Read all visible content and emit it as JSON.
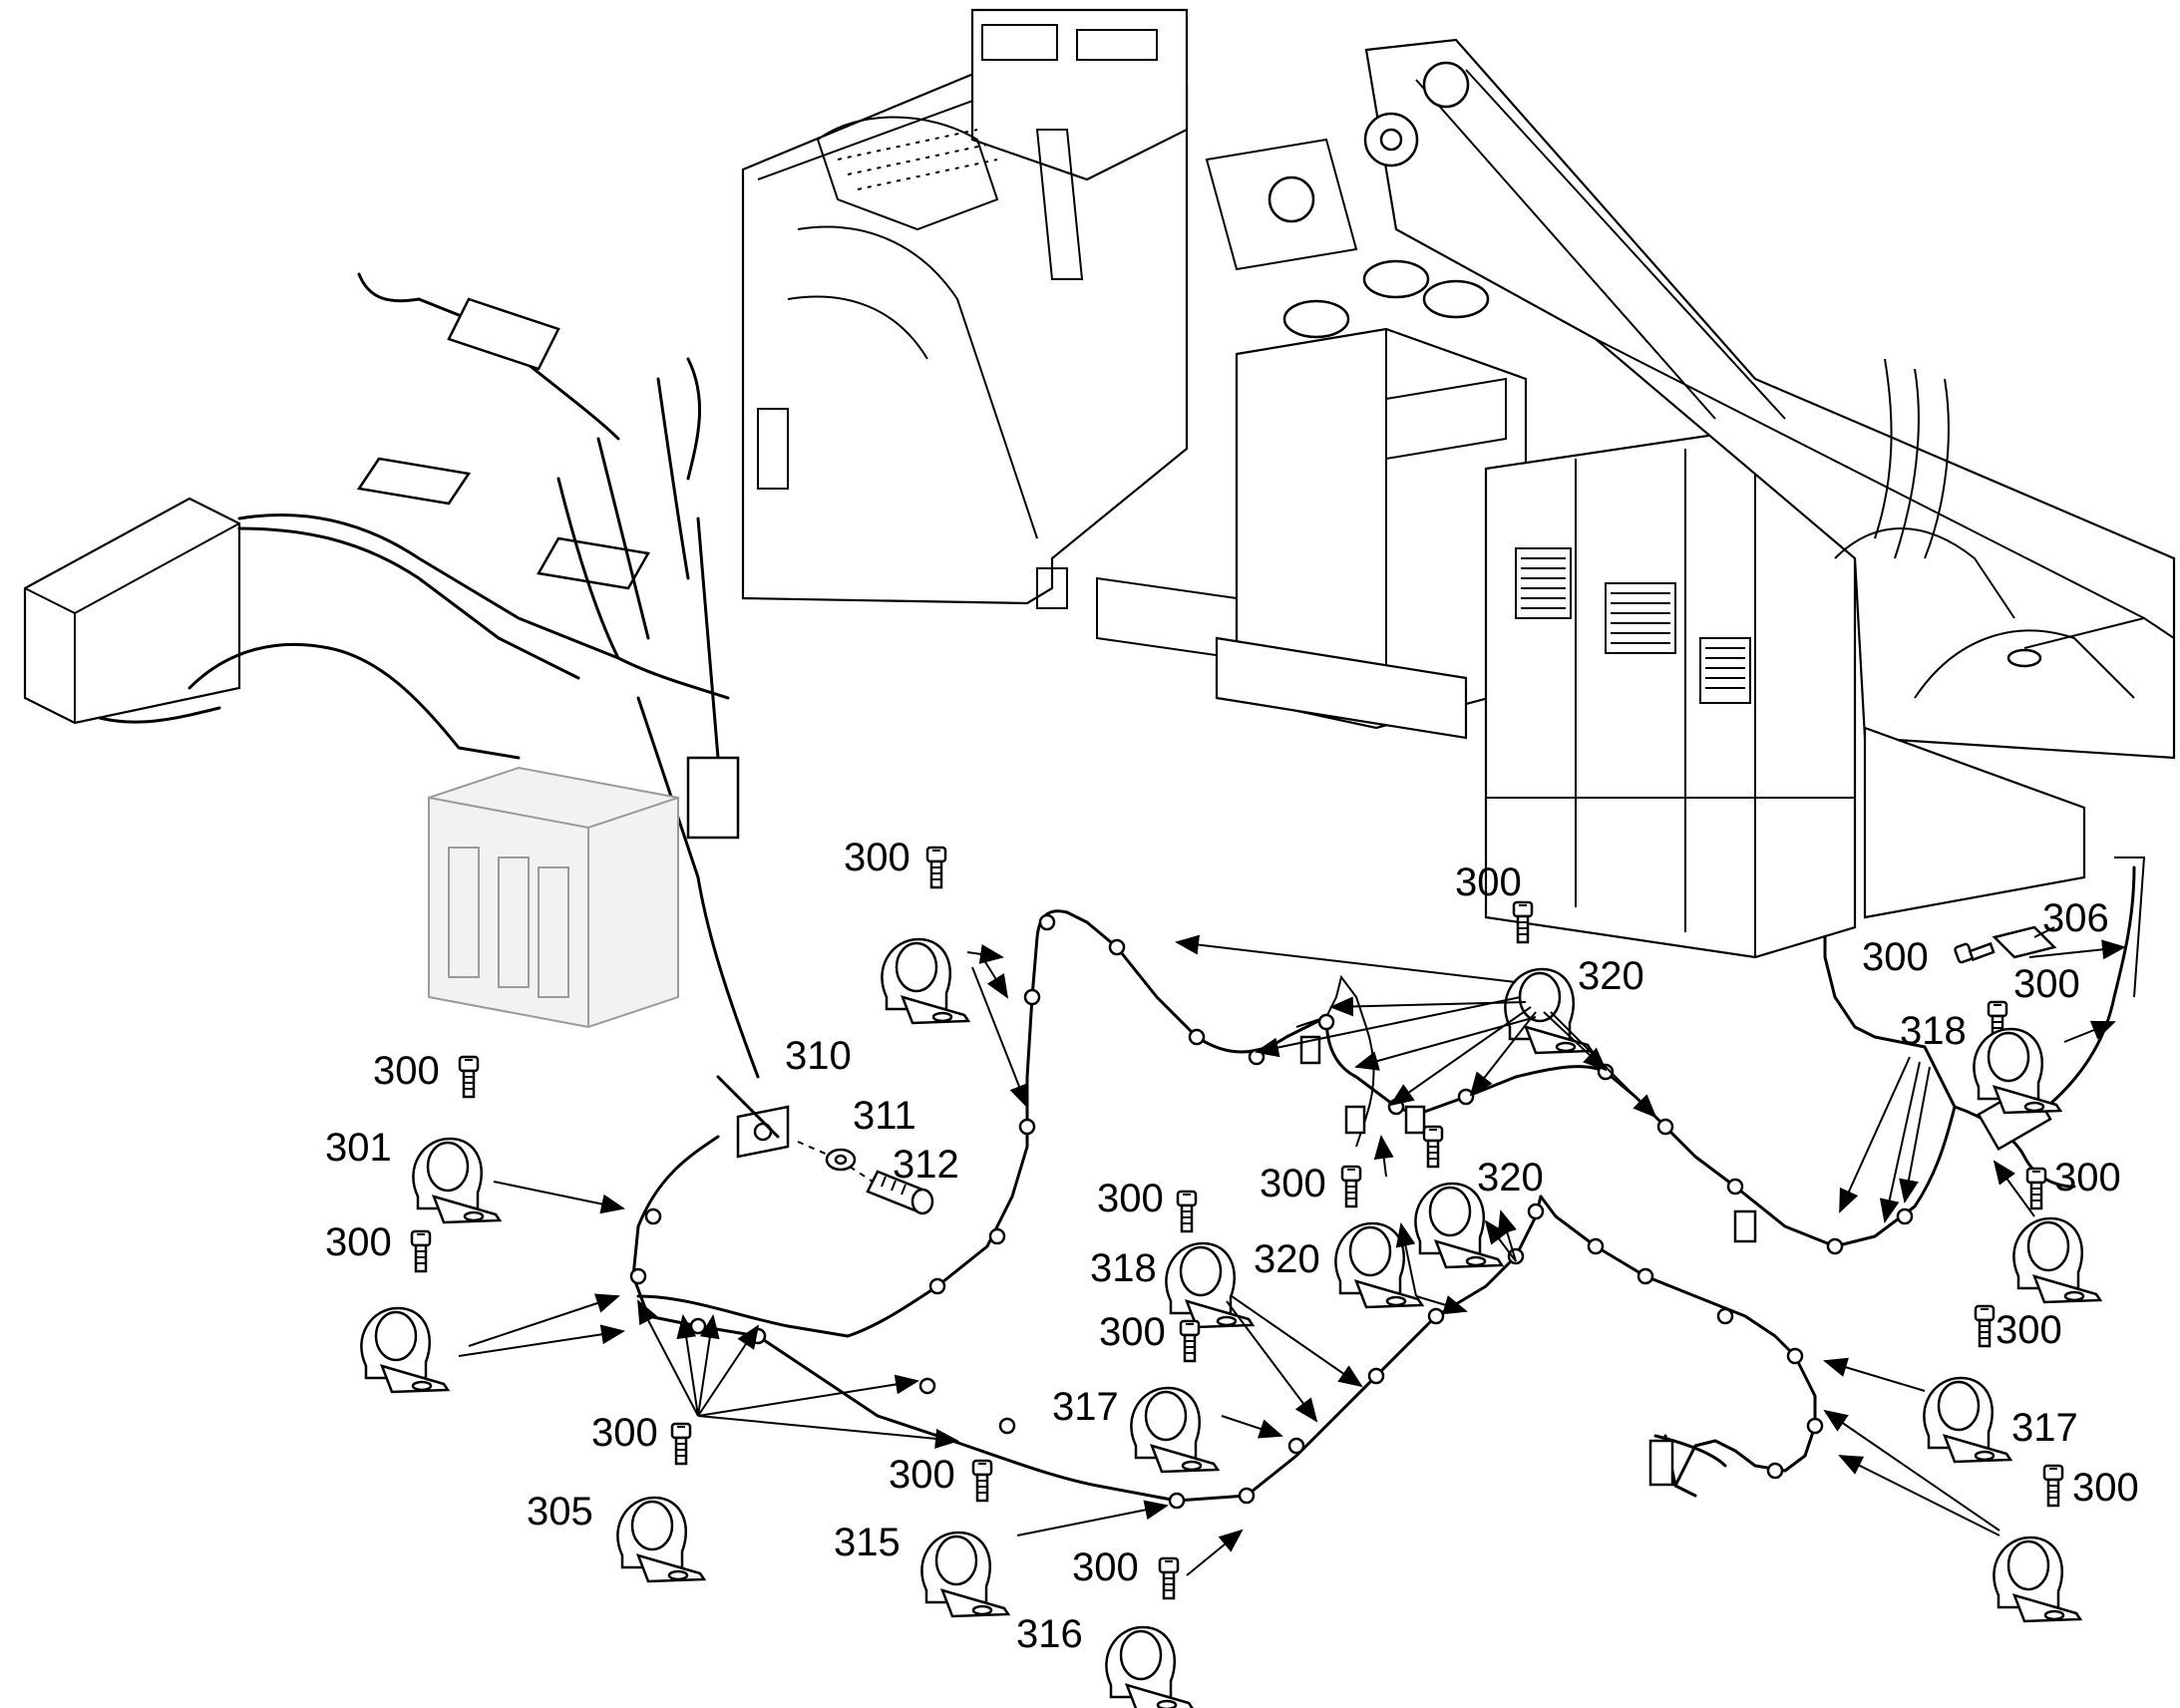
{
  "callouts": {
    "c300": "300",
    "c301": "301",
    "c305": "305",
    "c306": "306",
    "c310": "310",
    "c311": "311",
    "c312": "312",
    "c315": "315",
    "c316": "316",
    "c317": "317",
    "c318": "318",
    "c320": "320"
  },
  "parts": {
    "screw": "300",
    "clamp_a": "301",
    "clamp_b": "305",
    "sensor_bracket": "306",
    "connector_plate": "310",
    "washer": "311",
    "cable_gland": "312",
    "clamp_c": "315",
    "clamp_d": "316",
    "clamp_e": "317",
    "clamp_f": "318",
    "clamp_g": "320"
  }
}
